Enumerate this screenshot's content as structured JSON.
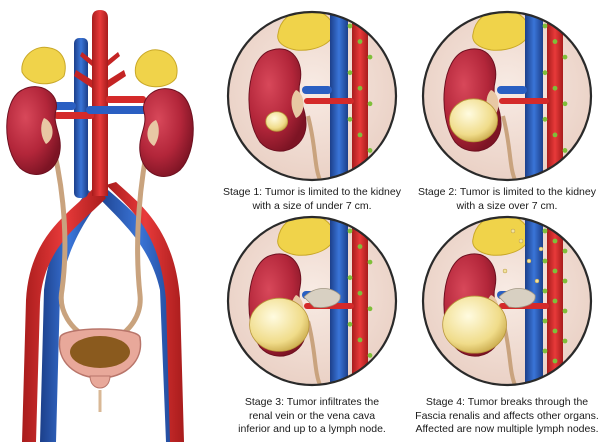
{
  "stages": [
    {
      "id": "stage-1",
      "lines": [
        "Stage 1: Tumor is limited to the kidney",
        "with a size of under 7 cm."
      ],
      "tumor": {
        "relative_size": 0.12,
        "vein_infiltration": false,
        "spread_outside": false
      }
    },
    {
      "id": "stage-2",
      "lines": [
        "Stage 2: Tumor is limited to the kidney",
        "with a size over 7 cm."
      ],
      "tumor": {
        "relative_size": 0.42,
        "vein_infiltration": false,
        "spread_outside": false
      }
    },
    {
      "id": "stage-3",
      "lines": [
        "Stage 3: Tumor infiltrates the",
        "renal vein or the vena cava",
        "inferior and up to a lymph node."
      ],
      "tumor": {
        "relative_size": 0.55,
        "vein_infiltration": true,
        "spread_outside": false
      }
    },
    {
      "id": "stage-4",
      "lines": [
        "Stage 4: Tumor breaks through the",
        "Fascia renalis and affects other organs.",
        "Affected are now multiple lymph nodes."
      ],
      "tumor": {
        "relative_size": 0.6,
        "vein_infiltration": true,
        "spread_outside": true
      }
    }
  ],
  "colors": {
    "kidney": "#b3263a",
    "kidney_shadow": "#7d1424",
    "adrenal_fat": "#f0d34a",
    "artery": "#d42a2a",
    "vein": "#2a5fc2",
    "ureter": "#d9b896",
    "bladder": "#e8a89a",
    "bladder_content": "#8a5a1e",
    "circle_bg": "#f1dcd2",
    "tumor": "#f2e3a0",
    "lymph": "#7fbf3a"
  }
}
